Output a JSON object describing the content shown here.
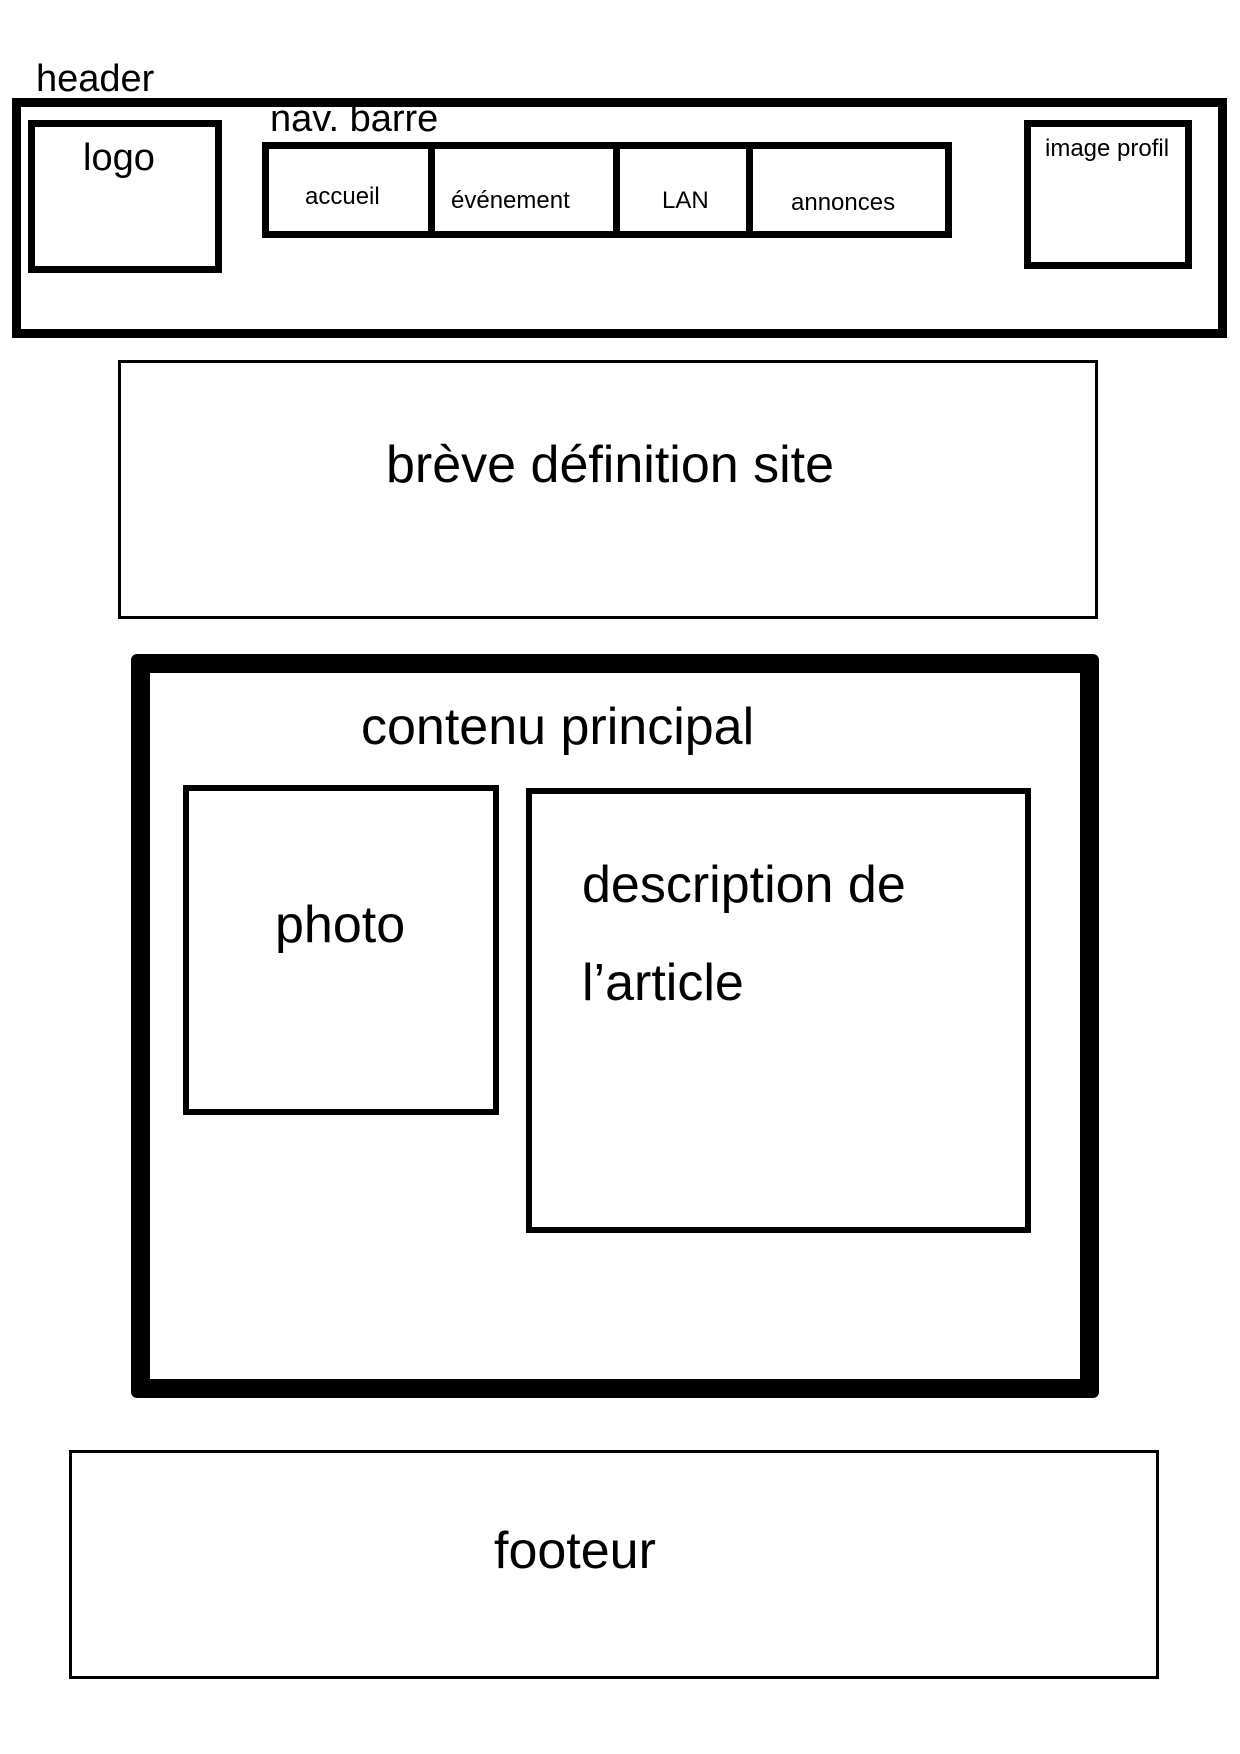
{
  "header": {
    "label": "header",
    "logo_label": "logo",
    "nav_label": "nav. barre",
    "nav_items": [
      {
        "label": "accueil"
      },
      {
        "label": "événement"
      },
      {
        "label": "LAN"
      },
      {
        "label": "annonces"
      }
    ],
    "profile_label": "image profil"
  },
  "site_definition": {
    "label": "brève définition site"
  },
  "main": {
    "label": "contenu principal",
    "photo_label": "photo",
    "description_label": "description de l’article"
  },
  "footer": {
    "label": "footeur"
  }
}
